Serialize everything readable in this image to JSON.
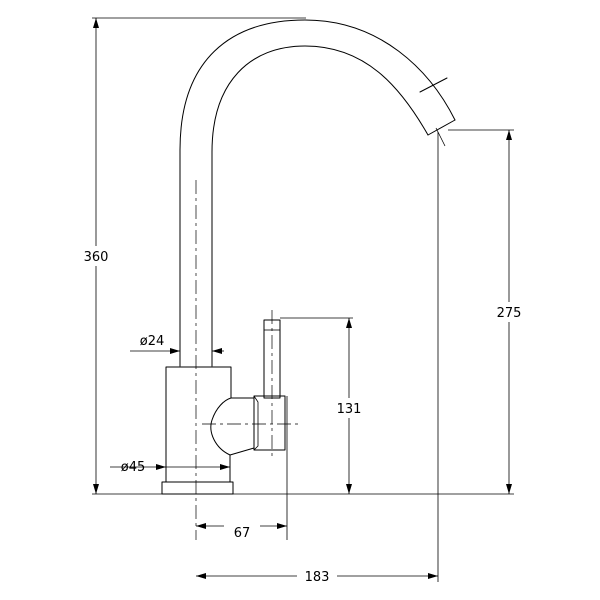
{
  "drawing": {
    "dims": {
      "total_height": "360",
      "spout_height": "275",
      "handle_height": "131",
      "spout_diameter": "ø24",
      "body_diameter": "ø45",
      "handle_offset": "67",
      "spout_reach": "183"
    }
  }
}
